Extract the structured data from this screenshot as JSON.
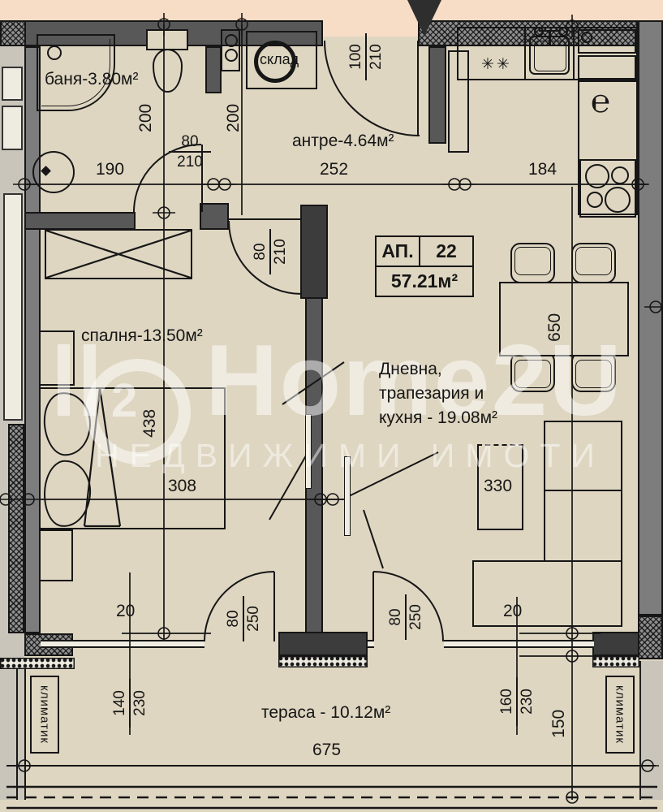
{
  "apartment": {
    "label": "АП.",
    "number": "22",
    "area": "57.21м²"
  },
  "rooms": {
    "bathroom": "баня-3.80м²",
    "hall": "антре-4.64м²",
    "storage": "склад",
    "bedroom": "спалня-13.50м²",
    "living_line1": "Дневна,",
    "living_line2": "трапезария и",
    "living_line3": "кухня - 19.08м²",
    "terrace": "тераса - 10.12м²"
  },
  "dims": {
    "d190": "190",
    "d200a": "200",
    "d200b": "200",
    "d252": "252",
    "d184": "184",
    "d438": "438",
    "d308": "308",
    "d650": "650",
    "d330": "330",
    "d20a": "20",
    "d20b": "20",
    "d675": "675",
    "d150": "150",
    "f80_210a": {
      "a": "80",
      "b": "210"
    },
    "f100_210": {
      "a": "100",
      "b": "210"
    },
    "f80_210b": {
      "a": "80",
      "b": "210"
    },
    "f80_250a": {
      "a": "80",
      "b": "250"
    },
    "f80_250b": {
      "a": "80",
      "b": "250"
    },
    "f140_230": {
      "a": "140",
      "b": "230"
    },
    "f160_230": {
      "a": "160",
      "b": "230"
    }
  },
  "ac": {
    "left": "климатик",
    "right": "климатик"
  },
  "symbols": {
    "fridge": "✳✳",
    "appliance": "℮"
  },
  "watermark": {
    "brand": "Home2U",
    "logo_char": "2",
    "tagline": "НЕДВИЖИМИ ИМОТИ"
  },
  "colors": {
    "floor": "#ded6c1",
    "outside_strip": "#f7dcc6",
    "wall": "#585858",
    "line": "#161616",
    "adjacent": "#c9c5ba"
  }
}
